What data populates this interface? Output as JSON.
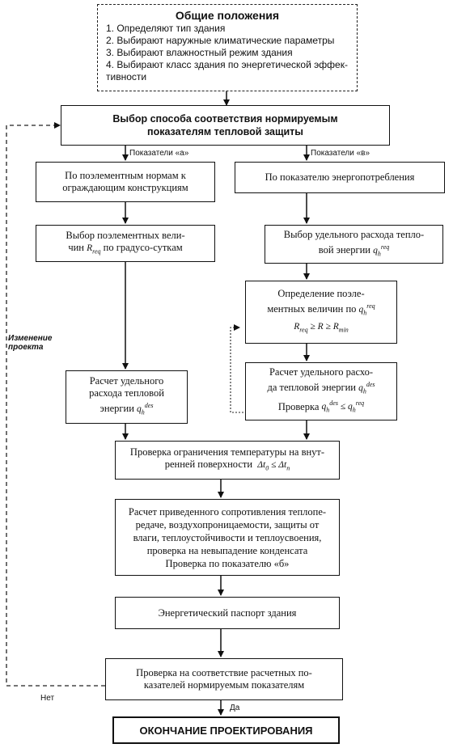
{
  "general": {
    "title": "Общие положения",
    "items": [
      "1. Определяют тип здания",
      "2. Выбирают наружные климатические параметры",
      "3. Выбирают влажностный режим здания",
      "4. Выбирают класс здания по энергетической эффек-",
      "тивности"
    ]
  },
  "choice": {
    "line1": "Выбор способа соответствия нормируемым",
    "line2": "показателям тепловой защиты"
  },
  "labels": {
    "a": "Показатели «а»",
    "v": "Показатели «в»",
    "redesign1": "Изменение",
    "redesign2": "проекта",
    "no": "Нет",
    "yes": "Да"
  },
  "left": {
    "box1_l1": "По поэлементным нормам к",
    "box1_l2": "ограждающим конструкциям",
    "box2_l1": "Выбор поэлементных вели-",
    "box2_l2a": "чин",
    "box2_l2b": "по градусо-суткам",
    "box3_l1": "Расчет удельного",
    "box3_l2": "расхода тепловой",
    "box3_l3": "энергии"
  },
  "right": {
    "box1": "По показателю энергопотребления",
    "box2_l1": "Выбор удельного расхода тепло-",
    "box2_l2": "вой энергии",
    "box3_l1": "Определение поэле-",
    "box3_l2": "ментных величин по",
    "box4_l1": "Расчет удельного расхо-",
    "box4_l2": "да тепловой энергии",
    "box4_l3": "Проверка"
  },
  "temp": {
    "l1": "Проверка ограничения температуры  на внут-",
    "l2": "ренней поверхности"
  },
  "calc": {
    "l1": "Расчет приведенного сопротивления теплопе-",
    "l2": "редаче, воздухопроницаемости, защиты от",
    "l3": "влаги, теплоустойчивости и теплоусвоения,",
    "l4": "проверка на невыпадение конденсата",
    "l5": "Проверка по показателю «б»"
  },
  "passport": "Энергетический паспорт здания",
  "check": {
    "l1": "Проверка на соответствие расчетных по-",
    "l2": "казателей нормируемым показателям"
  },
  "end": "ОКОНЧАНИЕ ПРОЕКТИРОВАНИЯ"
}
